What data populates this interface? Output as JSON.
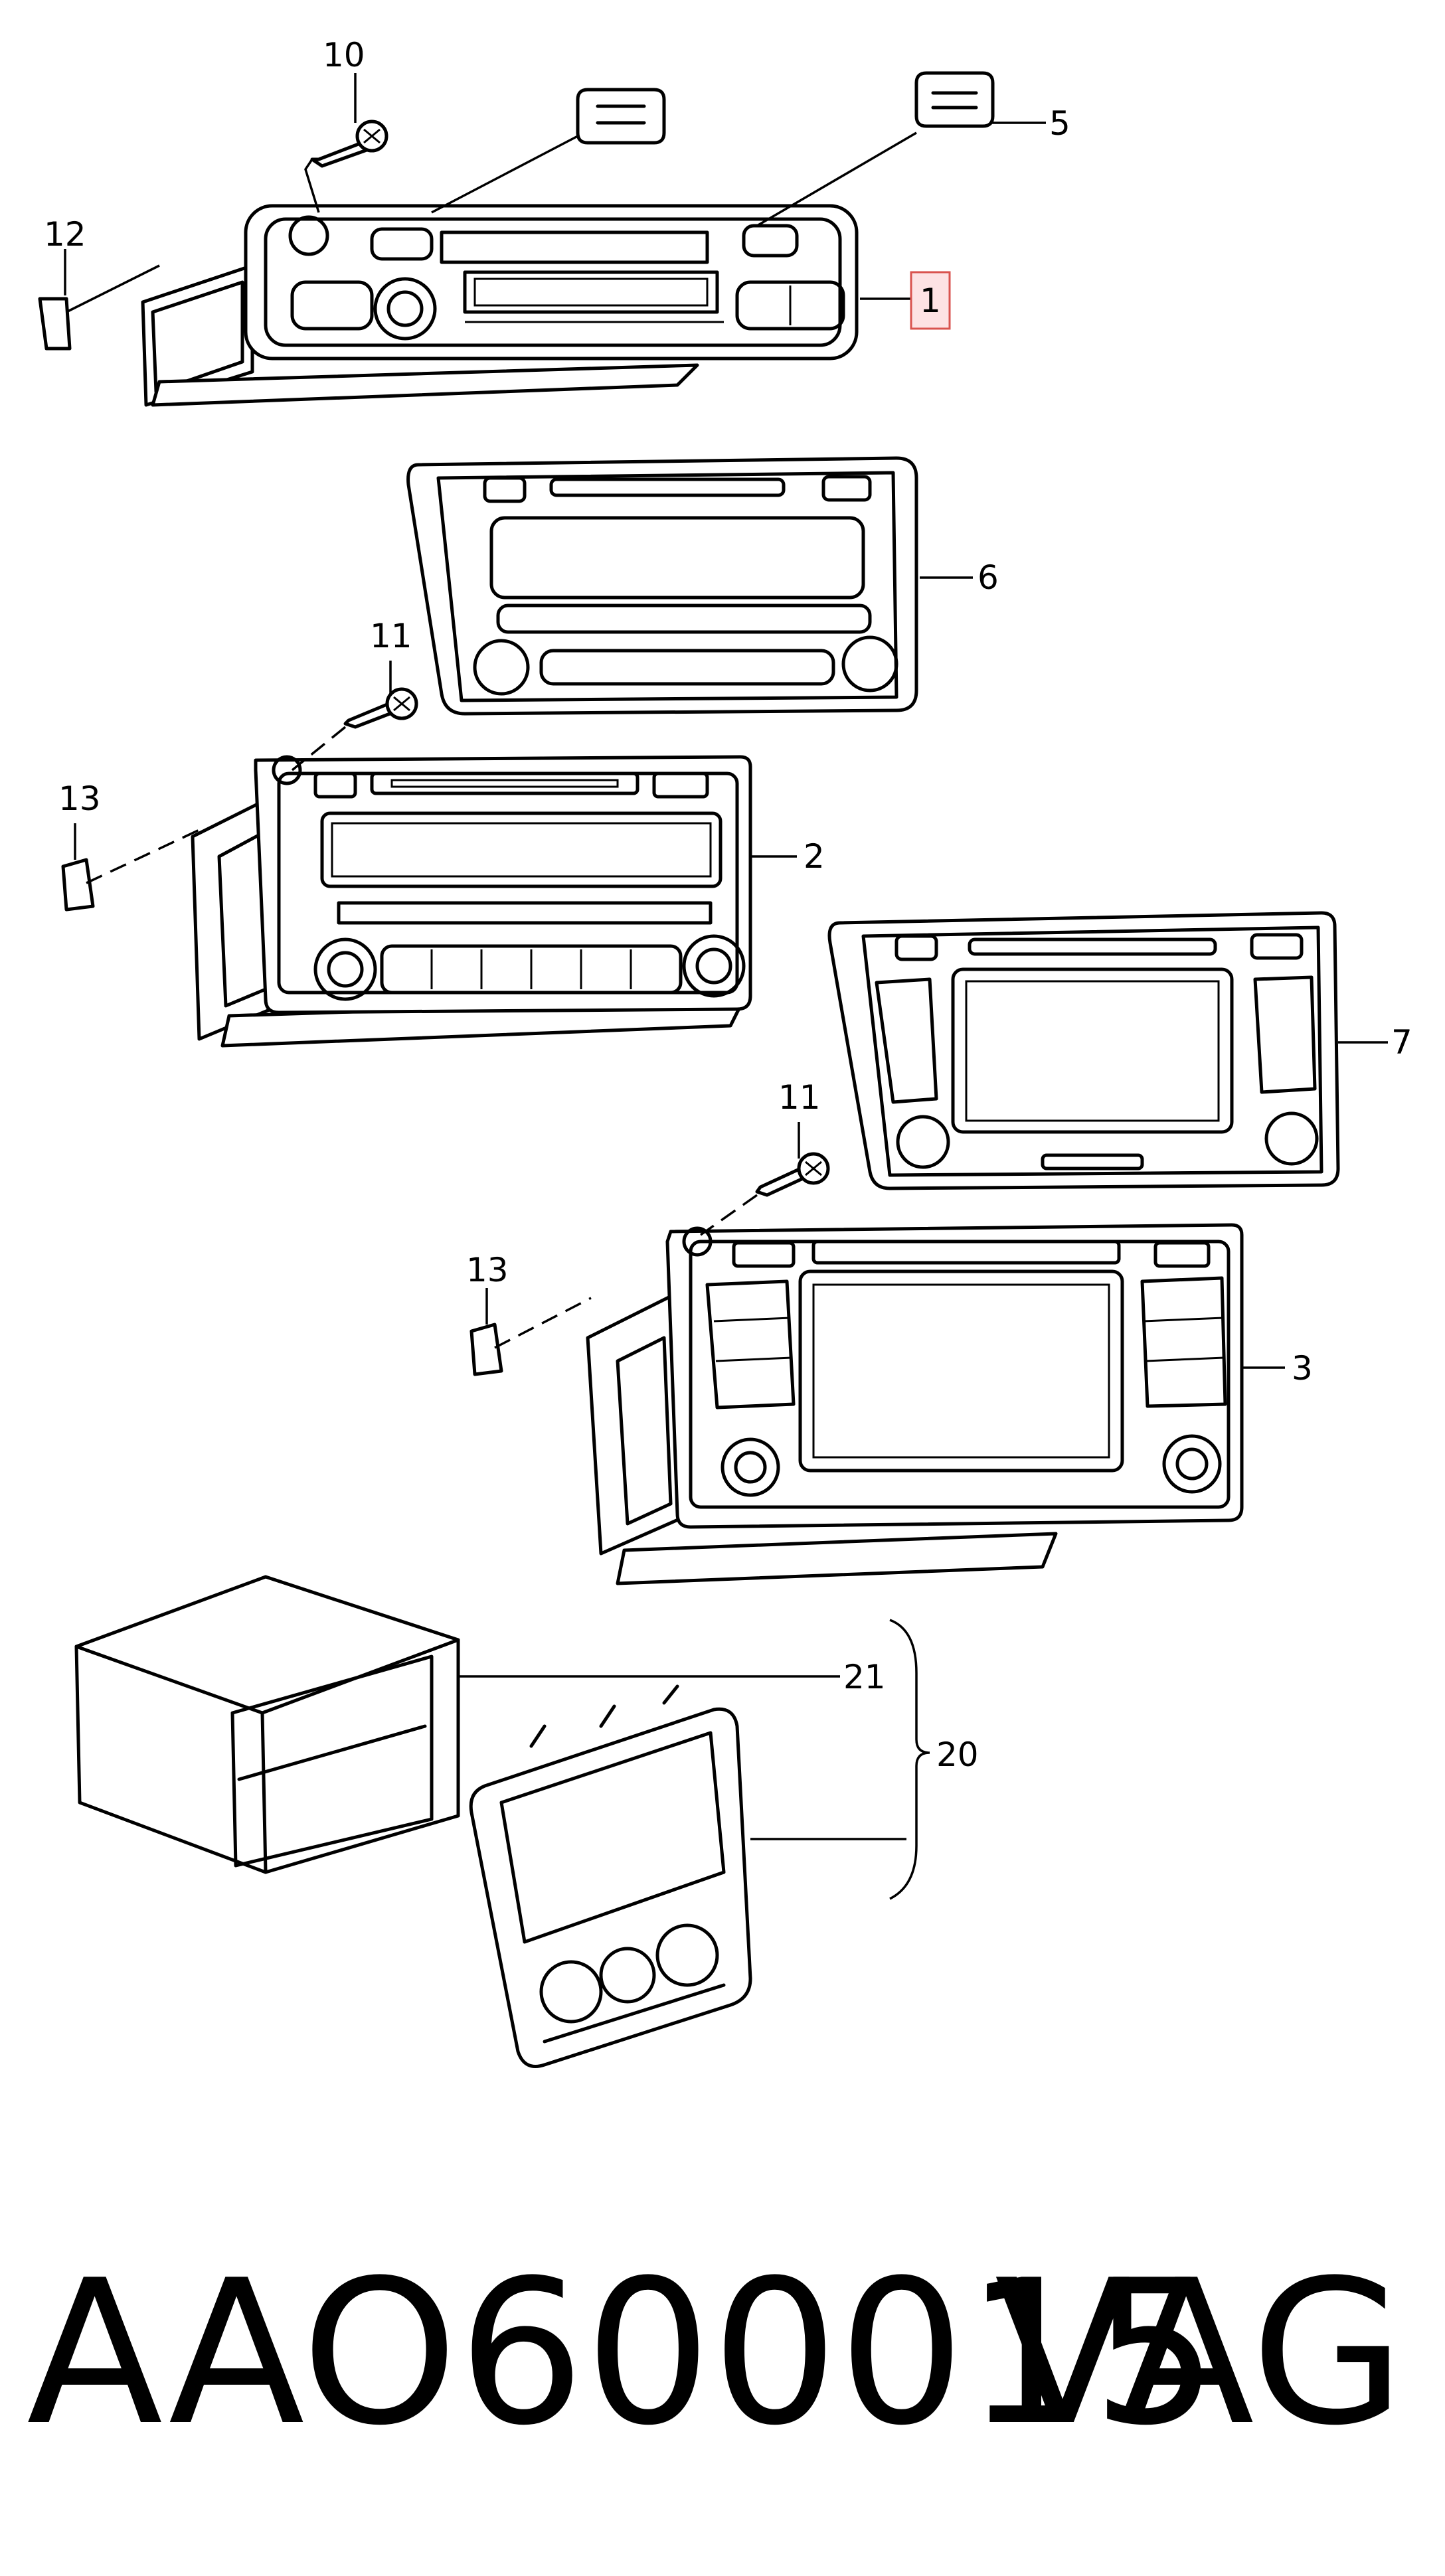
{
  "callouts": {
    "c1": "1",
    "c2": "2",
    "c3": "3",
    "c5": "5",
    "c6": "6",
    "c7": "7",
    "c10": "10",
    "c11a": "11",
    "c11b": "11",
    "c12": "12",
    "c13a": "13",
    "c13b": "13",
    "c20": "20",
    "c21": "21"
  },
  "footer": {
    "part_number": "AAO600015",
    "brand": "VAG"
  },
  "colors": {
    "highlight_fill": "#fde2e4",
    "highlight_stroke": "#d9534f",
    "ink": "#000000"
  }
}
